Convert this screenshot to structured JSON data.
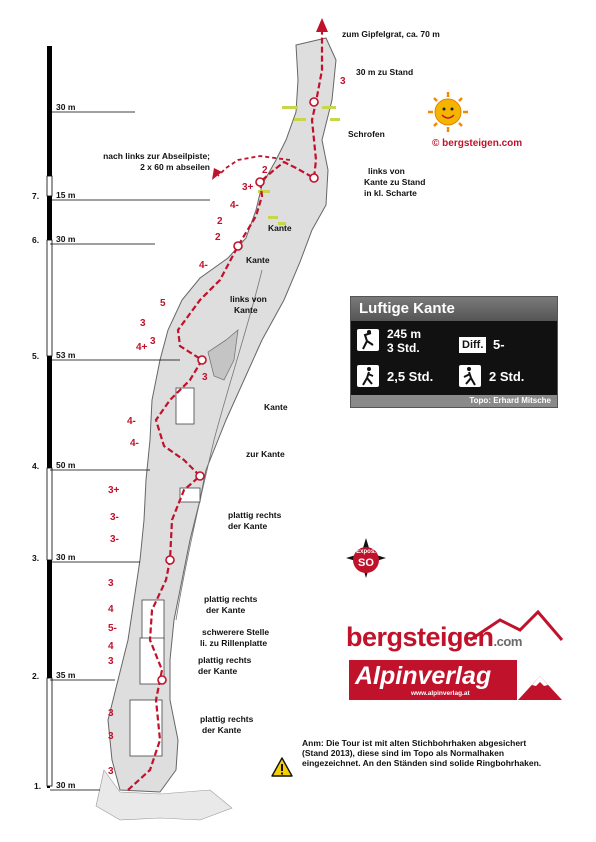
{
  "scale": [
    {
      "pitch": "",
      "length": "30 m"
    },
    {
      "pitch": "7.",
      "length": "15 m"
    },
    {
      "pitch": "6.",
      "length": "30 m"
    },
    {
      "pitch": "5.",
      "length": "53 m"
    },
    {
      "pitch": "4.",
      "length": "50 m"
    },
    {
      "pitch": "3.",
      "length": "30 m"
    },
    {
      "pitch": "2.",
      "length": "35 m"
    },
    {
      "pitch": "1.",
      "length": "30 m"
    }
  ],
  "labels": {
    "summit": "zum Gipfelgrat, ca. 70 m",
    "to_stand": "30 m zu Stand",
    "schrofen": "Schrofen",
    "abseil_1": "nach links zur Abseilpiste;",
    "abseil_2": "2 x 60 m abseilen",
    "left_1": "links von",
    "left_2": "Kante zu Stand",
    "left_3": "in kl. Scharte",
    "kante_a": "Kante",
    "kante_b": "Kante",
    "links_von_kante_1": "links von",
    "links_von_kante_2": "Kante",
    "kante_c": "Kante",
    "zur_kante": "zur Kante",
    "plattig_a_1": "plattig rechts",
    "plattig_a_2": "der Kante",
    "plattig_b_1": "plattig rechts",
    "plattig_b_2": "der Kante",
    "schwere_1": "schwerere Stelle",
    "schwere_2": "li. zu Rillenplatte",
    "plattig_c_1": "plattig rechts",
    "plattig_c_2": "der Kante",
    "plattig_d_1": "plattig rechts",
    "plattig_d_2": "der Kante"
  },
  "grades": [
    "3",
    "2",
    "3+",
    "4-",
    "2",
    "2",
    "4-",
    "5",
    "3",
    "3",
    "4+",
    "3",
    "4-",
    "4-",
    "3+",
    "3-",
    "3-",
    "3",
    "4",
    "5-",
    "4",
    "3",
    "3",
    "3",
    "3"
  ],
  "info": {
    "title": "Luftige Kante",
    "height": "245 m",
    "time_climb": "3 Std.",
    "diff_label": "Diff.",
    "difficulty": "5-",
    "time_approach": "2,5 Std.",
    "time_descent": "2 Std.",
    "topo_credit": "Topo: Erhard Mitsche"
  },
  "copyright": "© bergsteigen.com",
  "compass": {
    "label": "Expos.",
    "direction": "SO"
  },
  "brand": {
    "name": "bergsteigen",
    "domain": ".com",
    "publisher": "Alpinverlag",
    "publisher_url": "www.alpinverlag.at"
  },
  "note": "Anm: Die Tour ist mit alten Stichbohrhaken abgesichert (Stand 2013), diese sind im Topo als Normalhaken eingezeichnet. An den Ständen sind solide Ringbohrhaken.",
  "colors": {
    "route": "#c0122b",
    "scale_bar": "#000000",
    "rock": "#d9d9d9",
    "grass": "#c8d64a",
    "accent": "#c0122b"
  }
}
